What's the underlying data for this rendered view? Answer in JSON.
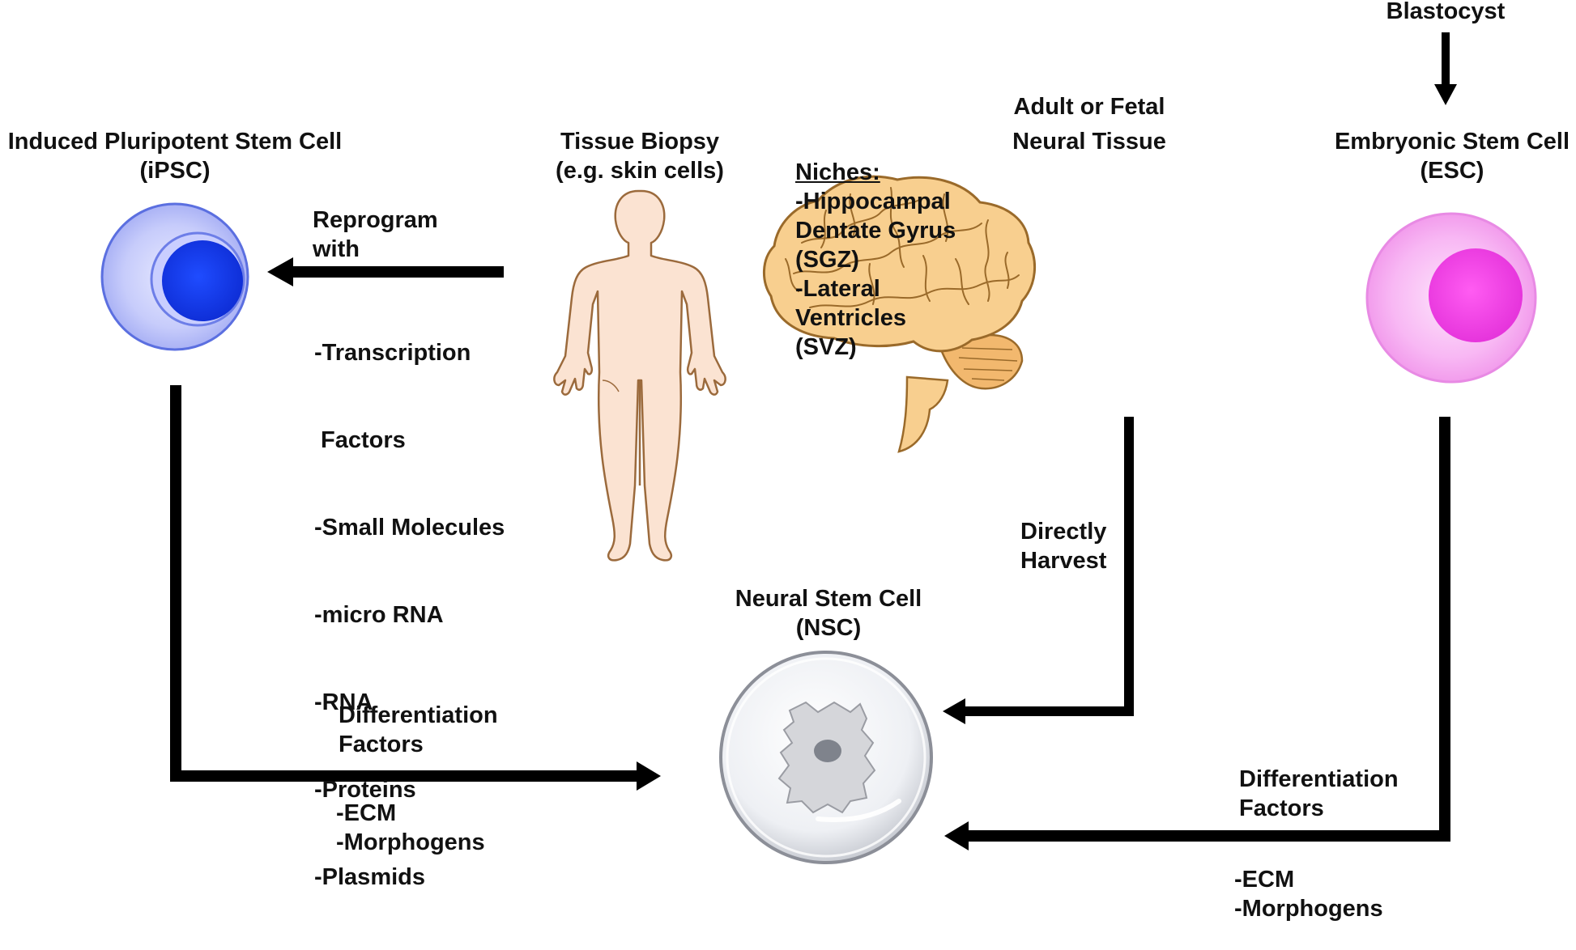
{
  "nodes": {
    "ipsc": {
      "title": [
        "Induced Pluripotent Stem Cell",
        "(iPSC)"
      ],
      "color": "#1a3ff0",
      "ring": "#5b6fe0"
    },
    "biopsy": {
      "title": [
        "Tissue Biopsy",
        "(e.g. skin cells)"
      ],
      "body_color": "#fbe3d2",
      "outline": "#9b6a3c"
    },
    "neural_tissue": {
      "title": [
        "Adult or Fetal",
        "Neural Tissue"
      ],
      "niches_heading": "Niches:",
      "niches": [
        "-Hippocampal",
        "Dentate Gyrus",
        "(SGZ)",
        "-Lateral",
        "Ventricles",
        "(SVZ)"
      ],
      "brain_color": "#f8cf8f",
      "brain_outline": "#9a6a2a"
    },
    "esc": {
      "title": [
        "Embryonic Stem Cell",
        "(ESC)"
      ],
      "color": "#f04fe6",
      "ring": "#e88ae4"
    },
    "blastocyst": {
      "label": "Blastocyst"
    },
    "nsc": {
      "title": [
        "Neural Stem Cell",
        "(NSC)"
      ]
    }
  },
  "edges": {
    "reprogram": {
      "heading": [
        "Reprogram",
        "with"
      ],
      "items": [
        "-Transcription",
        " Factors",
        "-Small Molecules",
        "-micro RNA",
        "-RNA",
        "-Proteins",
        "-Plasmids"
      ]
    },
    "ipsc_to_nsc": {
      "heading": [
        "Differentiation",
        "Factors"
      ],
      "items": [
        "-ECM",
        "-Morphogens"
      ]
    },
    "harvest": {
      "heading": [
        "Directly",
        "Harvest"
      ]
    },
    "esc_to_nsc": {
      "heading": [
        "Differentiation",
        "Factors"
      ],
      "items": [
        "-ECM",
        "-Morphogens"
      ]
    }
  }
}
